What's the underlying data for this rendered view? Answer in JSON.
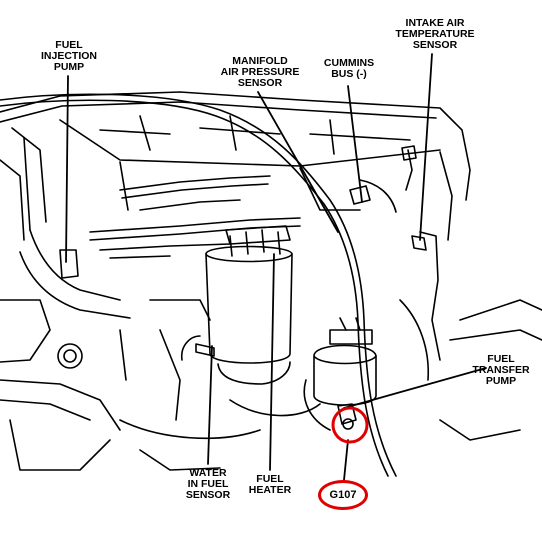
{
  "labels": {
    "fuel_injection_pump": [
      "FUEL",
      "INJECTION",
      "PUMP"
    ],
    "manifold_air_pressure_sensor": [
      "MANIFOLD",
      "AIR PRESSURE",
      "SENSOR"
    ],
    "cummins_bus": [
      "CUMMINS",
      "BUS (-)"
    ],
    "intake_air_temperature_sensor": [
      "INTAKE AIR",
      "TEMPERATURE",
      "SENSOR"
    ],
    "fuel_transfer_pump": [
      "FUEL",
      "TRANSFER",
      "PUMP"
    ],
    "water_in_fuel_sensor": [
      "WATER",
      "IN FUEL",
      "SENSOR"
    ],
    "fuel_heater": [
      "FUEL",
      "HEATER"
    ],
    "ground": "G107"
  },
  "colors": {
    "ink": "#000000",
    "highlight": "#e00000",
    "background": "#ffffff"
  }
}
